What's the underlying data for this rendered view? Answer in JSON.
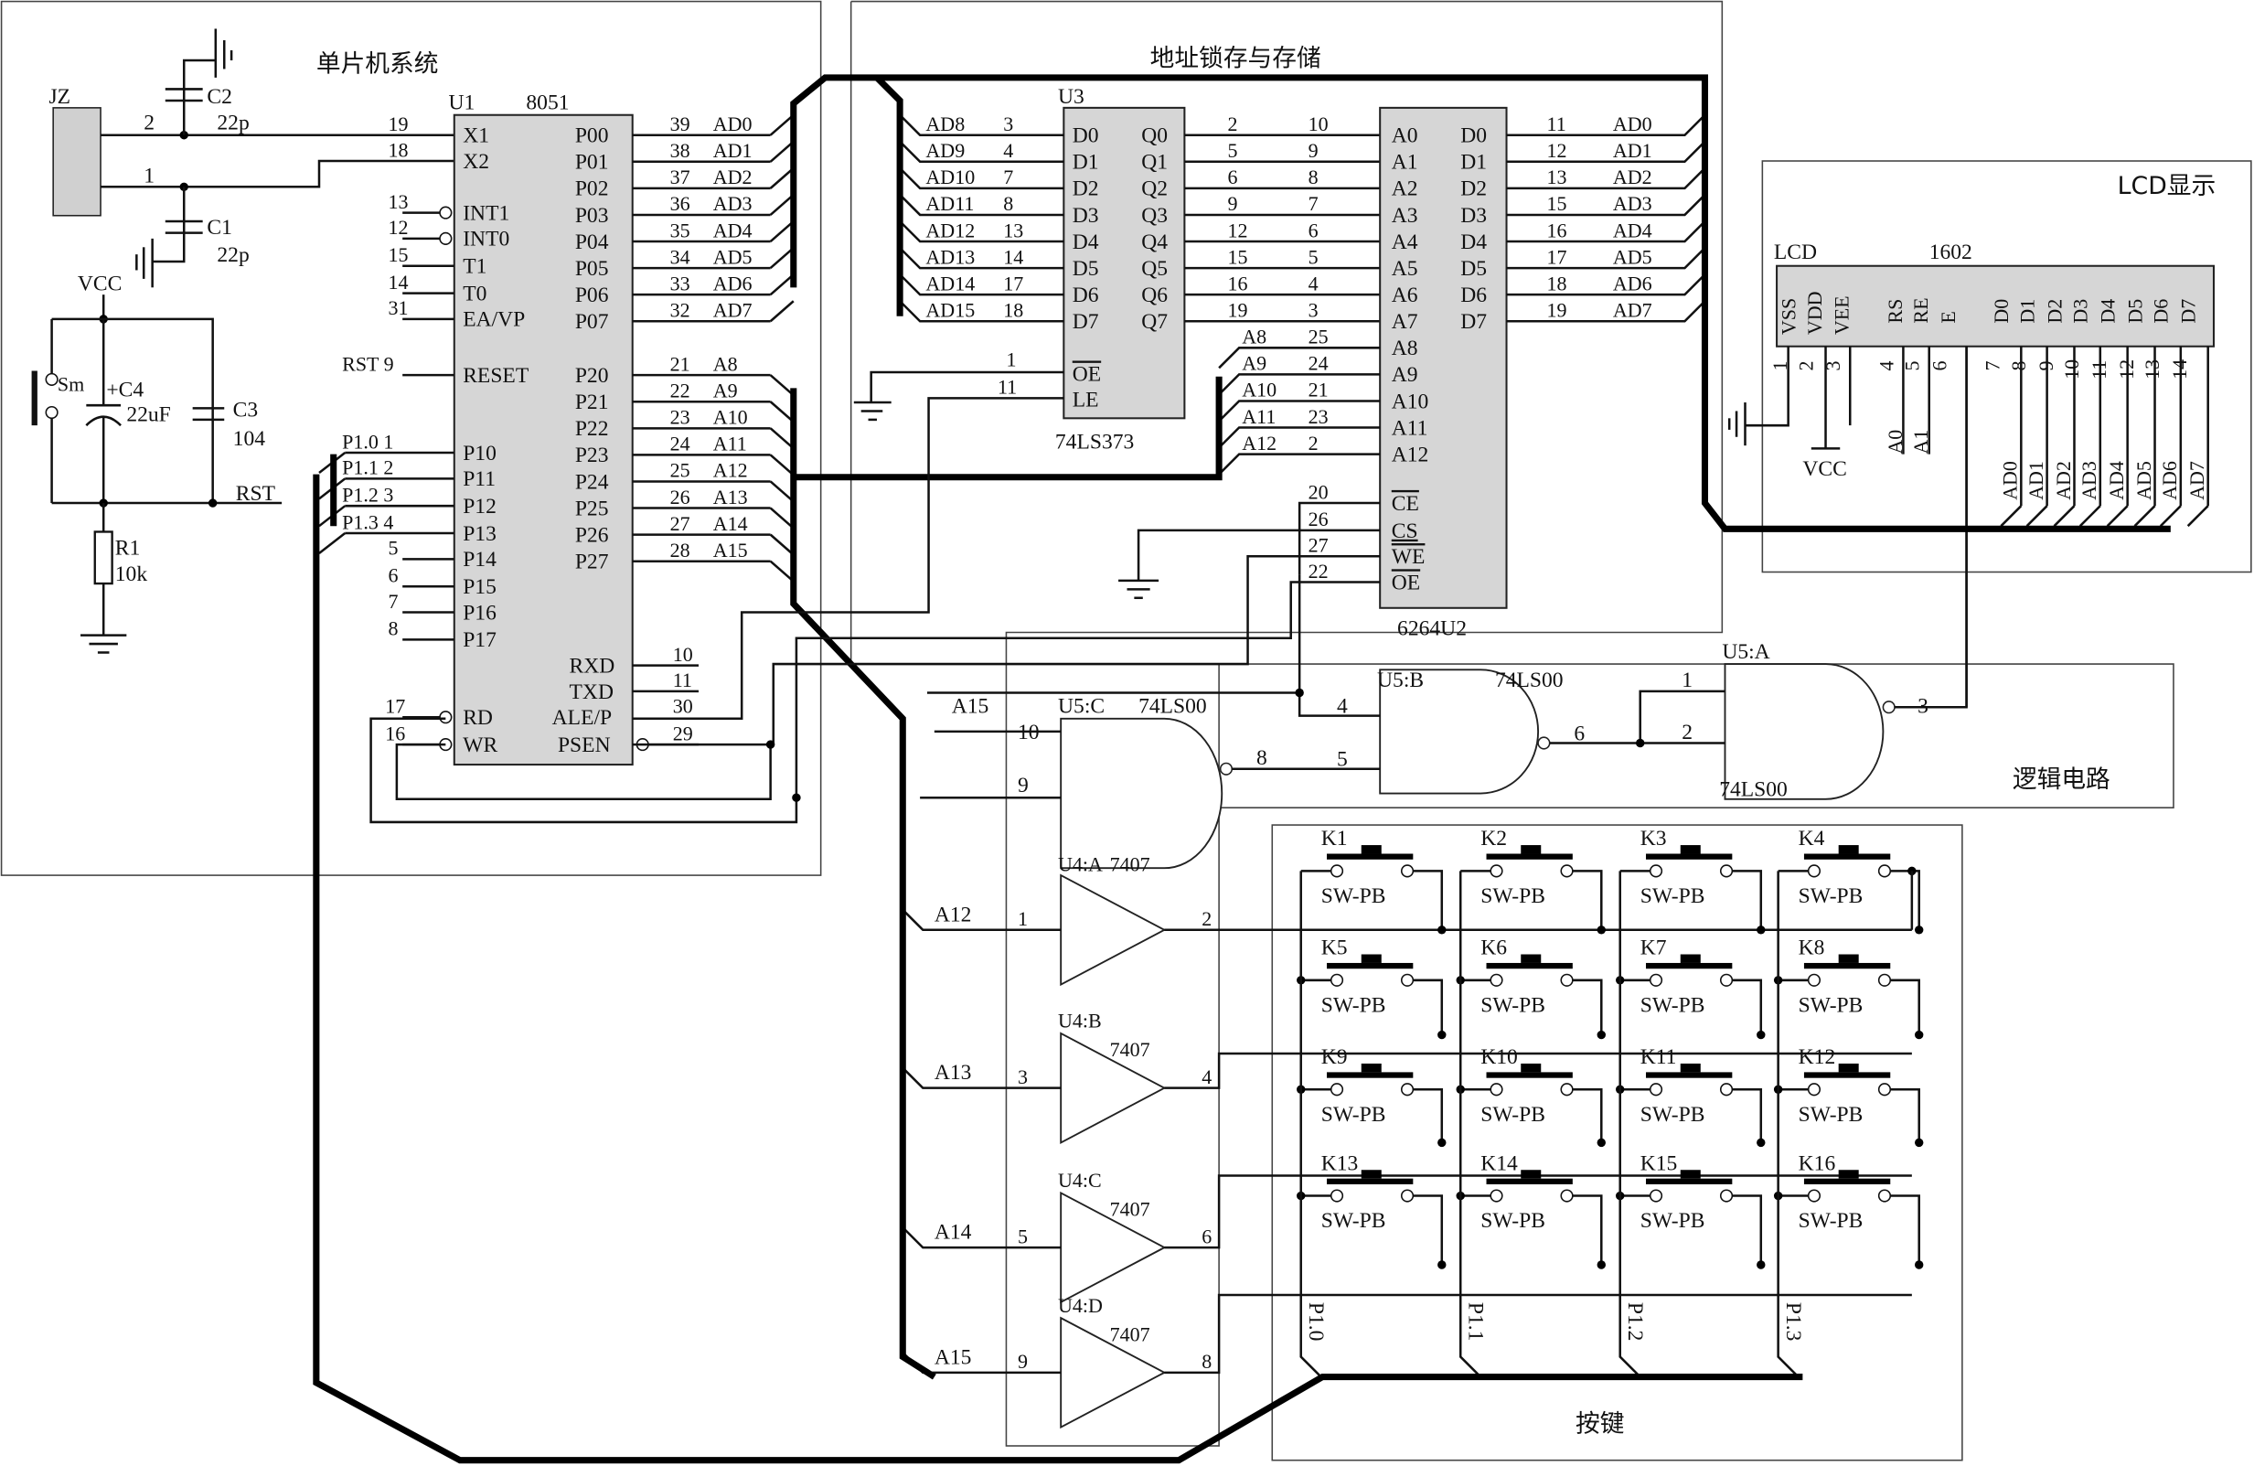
{
  "sections": {
    "mcu": "单片机系统",
    "latch_memory": "地址锁存与存储",
    "lcd": "LCD显示",
    "logic": "逻辑电路",
    "keys": "按键"
  },
  "crystal": {
    "ref": "JZ",
    "pin2": "2",
    "pin1": "1"
  },
  "caps": {
    "c2": {
      "ref": "C2",
      "value": "22p"
    },
    "c1": {
      "ref": "C1",
      "value": "22p"
    },
    "c4": {
      "ref": "+C4",
      "value": "22uF"
    },
    "c3": {
      "ref": "C3",
      "value": "104"
    }
  },
  "reset": {
    "switch": "Sm",
    "r_ref": "R1",
    "r_value": "10k",
    "vcc": "VCC",
    "rst": "RST"
  },
  "u1": {
    "ref": "U1",
    "part": "8051",
    "left_pins": [
      {
        "num": "19",
        "name": "X1"
      },
      {
        "num": "18",
        "name": "X2"
      },
      {
        "num": "13",
        "name": "INT1"
      },
      {
        "num": "12",
        "name": "INT0"
      },
      {
        "num": "15",
        "name": "T1"
      },
      {
        "num": "14",
        "name": "T0"
      },
      {
        "num": "31",
        "name": "EA/VP"
      },
      {
        "num": "RST 9",
        "name": "RESET"
      },
      {
        "num": "P1.0 1",
        "name": "P10"
      },
      {
        "num": "P1.1 2",
        "name": "P11"
      },
      {
        "num": "P1.2 3",
        "name": "P12"
      },
      {
        "num": "P1.3 4",
        "name": "P13"
      },
      {
        "num": "5",
        "name": "P14"
      },
      {
        "num": "6",
        "name": "P15"
      },
      {
        "num": "7",
        "name": "P16"
      },
      {
        "num": "8",
        "name": "P17"
      },
      {
        "num": "17",
        "name": "RD"
      },
      {
        "num": "16",
        "name": "WR"
      }
    ],
    "p0": [
      {
        "name": "P00",
        "num": "39",
        "net": "AD0"
      },
      {
        "name": "P01",
        "num": "38",
        "net": "AD1"
      },
      {
        "name": "P02",
        "num": "37",
        "net": "AD2"
      },
      {
        "name": "P03",
        "num": "36",
        "net": "AD3"
      },
      {
        "name": "P04",
        "num": "35",
        "net": "AD4"
      },
      {
        "name": "P05",
        "num": "34",
        "net": "AD5"
      },
      {
        "name": "P06",
        "num": "33",
        "net": "AD6"
      },
      {
        "name": "P07",
        "num": "32",
        "net": "AD7"
      }
    ],
    "p2": [
      {
        "name": "P20",
        "num": "21",
        "net": "A8"
      },
      {
        "name": "P21",
        "num": "22",
        "net": "A9"
      },
      {
        "name": "P22",
        "num": "23",
        "net": "A10"
      },
      {
        "name": "P23",
        "num": "24",
        "net": "A11"
      },
      {
        "name": "P24",
        "num": "25",
        "net": "A12"
      },
      {
        "name": "P25",
        "num": "26",
        "net": "A13"
      },
      {
        "name": "P26",
        "num": "27",
        "net": "A14"
      },
      {
        "name": "P27",
        "num": "28",
        "net": "A15"
      }
    ],
    "right_misc": [
      {
        "name": "RXD",
        "num": "10"
      },
      {
        "name": "TXD",
        "num": "11"
      },
      {
        "name": "ALE/P",
        "num": "30"
      },
      {
        "name": "PSEN",
        "num": "29"
      }
    ]
  },
  "u3": {
    "ref": "U3",
    "part": "74LS373",
    "inputs": [
      {
        "net": "AD8",
        "num": "3",
        "name": "D0"
      },
      {
        "net": "AD9",
        "num": "4",
        "name": "D1"
      },
      {
        "net": "AD10",
        "num": "7",
        "name": "D2"
      },
      {
        "net": "AD11",
        "num": "8",
        "name": "D3"
      },
      {
        "net": "AD12",
        "num": "13",
        "name": "D4"
      },
      {
        "net": "AD13",
        "num": "14",
        "name": "D5"
      },
      {
        "net": "AD14",
        "num": "17",
        "name": "D6"
      },
      {
        "net": "AD15",
        "num": "18",
        "name": "D7"
      }
    ],
    "outputs": [
      {
        "name": "Q0",
        "num": "2"
      },
      {
        "name": "Q1",
        "num": "5"
      },
      {
        "name": "Q2",
        "num": "6"
      },
      {
        "name": "Q3",
        "num": "9"
      },
      {
        "name": "Q4",
        "num": "12"
      },
      {
        "name": "Q5",
        "num": "15"
      },
      {
        "name": "Q6",
        "num": "16"
      },
      {
        "name": "Q7",
        "num": "19"
      }
    ],
    "oe": {
      "name": "OE",
      "num": "1"
    },
    "le": {
      "name": "LE",
      "num": "11"
    }
  },
  "u2": {
    "ref": "6264U2",
    "addr": [
      {
        "name": "A0",
        "num": "10"
      },
      {
        "name": "A1",
        "num": "9"
      },
      {
        "name": "A2",
        "num": "8"
      },
      {
        "name": "A3",
        "num": "7"
      },
      {
        "name": "A4",
        "num": "6"
      },
      {
        "name": "A5",
        "num": "5"
      },
      {
        "name": "A6",
        "num": "4"
      },
      {
        "name": "A7",
        "num": "3"
      },
      {
        "name": "A8",
        "num": "25",
        "net": "A8"
      },
      {
        "name": "A9",
        "num": "24",
        "net": "A9"
      },
      {
        "name": "A10",
        "num": "21",
        "net": "A10"
      },
      {
        "name": "A11",
        "num": "23",
        "net": "A11"
      },
      {
        "name": "A12",
        "num": "2",
        "net": "A12"
      }
    ],
    "data": [
      {
        "name": "D0",
        "num": "11",
        "net": "AD0"
      },
      {
        "name": "D1",
        "num": "12",
        "net": "AD1"
      },
      {
        "name": "D2",
        "num": "13",
        "net": "AD2"
      },
      {
        "name": "D3",
        "num": "15",
        "net": "AD3"
      },
      {
        "name": "D4",
        "num": "16",
        "net": "AD4"
      },
      {
        "name": "D5",
        "num": "17",
        "net": "AD5"
      },
      {
        "name": "D6",
        "num": "18",
        "net": "AD6"
      },
      {
        "name": "D7",
        "num": "19",
        "net": "AD7"
      }
    ],
    "ctrl": [
      {
        "name": "CE",
        "num": "20"
      },
      {
        "name": "CS",
        "num": "26"
      },
      {
        "name": "WE",
        "num": "27"
      },
      {
        "name": "OE",
        "num": "22"
      }
    ]
  },
  "lcd": {
    "ref": "LCD",
    "part": "1602",
    "vcc": "VCC",
    "pins": [
      {
        "name": "VSS",
        "num": "1"
      },
      {
        "name": "VDD",
        "num": "2"
      },
      {
        "name": "VEE",
        "num": "3"
      },
      {
        "name": "RS",
        "num": "4",
        "net": "A0"
      },
      {
        "name": "RE",
        "num": "5",
        "net": "A1"
      },
      {
        "name": "E",
        "num": "6"
      },
      {
        "name": "D0",
        "num": "7",
        "net": "AD0"
      },
      {
        "name": "D1",
        "num": "8",
        "net": "AD1"
      },
      {
        "name": "D2",
        "num": "9",
        "net": "AD2"
      },
      {
        "name": "D3",
        "num": "10",
        "net": "AD3"
      },
      {
        "name": "D4",
        "num": "11",
        "net": "AD4"
      },
      {
        "name": "D5",
        "num": "12",
        "net": "AD5"
      },
      {
        "name": "D6",
        "num": "13",
        "net": "AD6"
      },
      {
        "name": "D7",
        "num": "14",
        "net": "AD7"
      }
    ]
  },
  "gates": {
    "u5c": {
      "ref": "U5:C",
      "part": "74LS00",
      "in1": "10",
      "in2": "9",
      "out": "8",
      "net": "A15"
    },
    "u5b": {
      "ref": "U5:B",
      "part": "74LS00",
      "in1": "4",
      "in2": "5",
      "out": "6"
    },
    "u5a": {
      "ref": "U5:A",
      "part": "74LS00",
      "in1": "1",
      "in2": "2",
      "out": "3"
    }
  },
  "buffers": [
    {
      "ref": "U4:A",
      "part": "7407",
      "net": "A12",
      "in": "1",
      "out": "2"
    },
    {
      "ref": "U4:B",
      "part": "7407",
      "net": "A13",
      "in": "3",
      "out": "4"
    },
    {
      "ref": "U4:C",
      "part": "7407",
      "net": "A14",
      "in": "5",
      "out": "6"
    },
    {
      "ref": "U4:D",
      "part": "7407",
      "net": "A15",
      "in": "9",
      "out": "8"
    }
  ],
  "keypad": {
    "keys": [
      "K1",
      "K2",
      "K3",
      "K4",
      "K5",
      "K6",
      "K7",
      "K8",
      "K9",
      "K10",
      "K11",
      "K12",
      "K13",
      "K14",
      "K15",
      "K16"
    ],
    "switch_type": "SW-PB",
    "columns": [
      "P1.0",
      "P1.1",
      "P1.2",
      "P1.3"
    ]
  }
}
